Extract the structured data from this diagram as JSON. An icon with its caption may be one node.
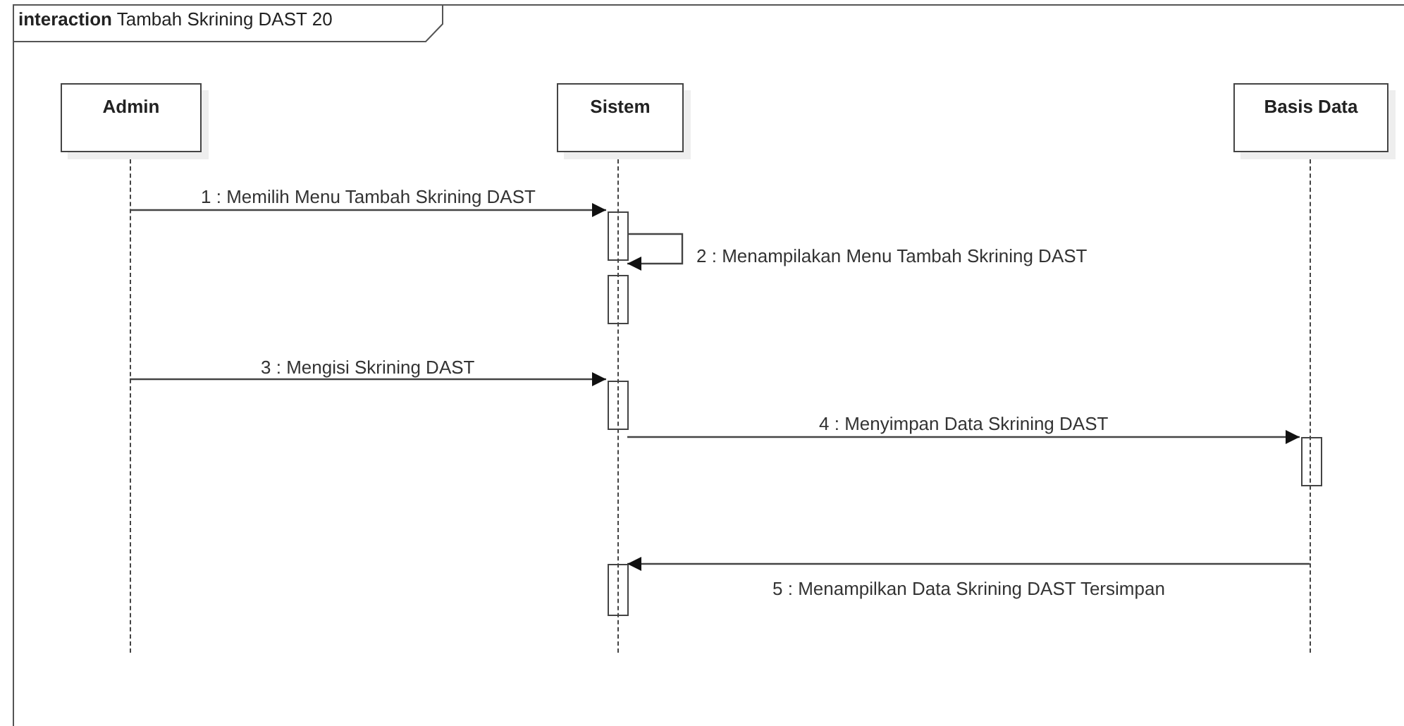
{
  "diagram": {
    "nodes": [
      {
        "text": [
          "**interaction** Tambah Skrining DAST 20"
        ]
      },
      {
        "text": [
          "Admin"
        ],
        "in": 0
      },
      {
        "text": [
          "Sistem"
        ],
        "in": 0
      },
      {
        "text": [
          "Basis Data"
        ],
        "in": 0
      },
      {
        "text": [],
        "shape": "bar",
        "in": 2
      },
      {
        "text": [],
        "shape": "bar",
        "in": 2
      },
      {
        "text": [],
        "shape": "bar",
        "in": 2
      },
      {
        "text": [],
        "shape": "bar",
        "in": 3
      },
      {
        "text": [],
        "shape": "bar",
        "in": 2
      }
    ],
    "edges": [
      {
        "from": 1,
        "to": 4,
        "arrow": "to",
        "label": "1 : Memilih Menu Tambah Skrining DAST"
      },
      {
        "from": 4,
        "to": 5,
        "arrow": "to",
        "label": "2 : Menampilakan Menu Tambah Skrining DAST"
      },
      {
        "from": 1,
        "to": 6,
        "arrow": "to",
        "label": "3 : Mengisi Skrining DAST"
      },
      {
        "from": 6,
        "to": 7,
        "arrow": "to",
        "label": "4 : Menyimpan Data Skrining DAST"
      },
      {
        "from": 3,
        "to": 8,
        "arrow": "to",
        "label": "5 : Menampilkan Data Skrining DAST Tersimpan"
      }
    ]
  }
}
